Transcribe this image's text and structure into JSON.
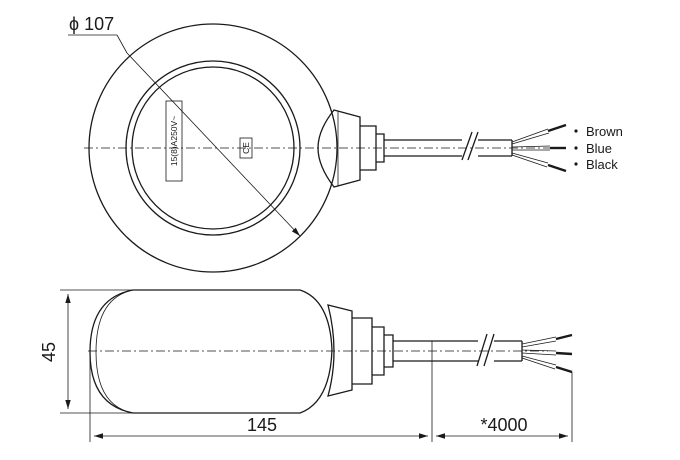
{
  "dimensions": {
    "diameter": "ϕ 107",
    "height": "45",
    "length": "145",
    "cable_length": "*4000"
  },
  "wires": [
    "Brown",
    "Blue",
    "Black"
  ],
  "markings": {
    "rating": "15(8)A250V~",
    "ce": "CE"
  }
}
